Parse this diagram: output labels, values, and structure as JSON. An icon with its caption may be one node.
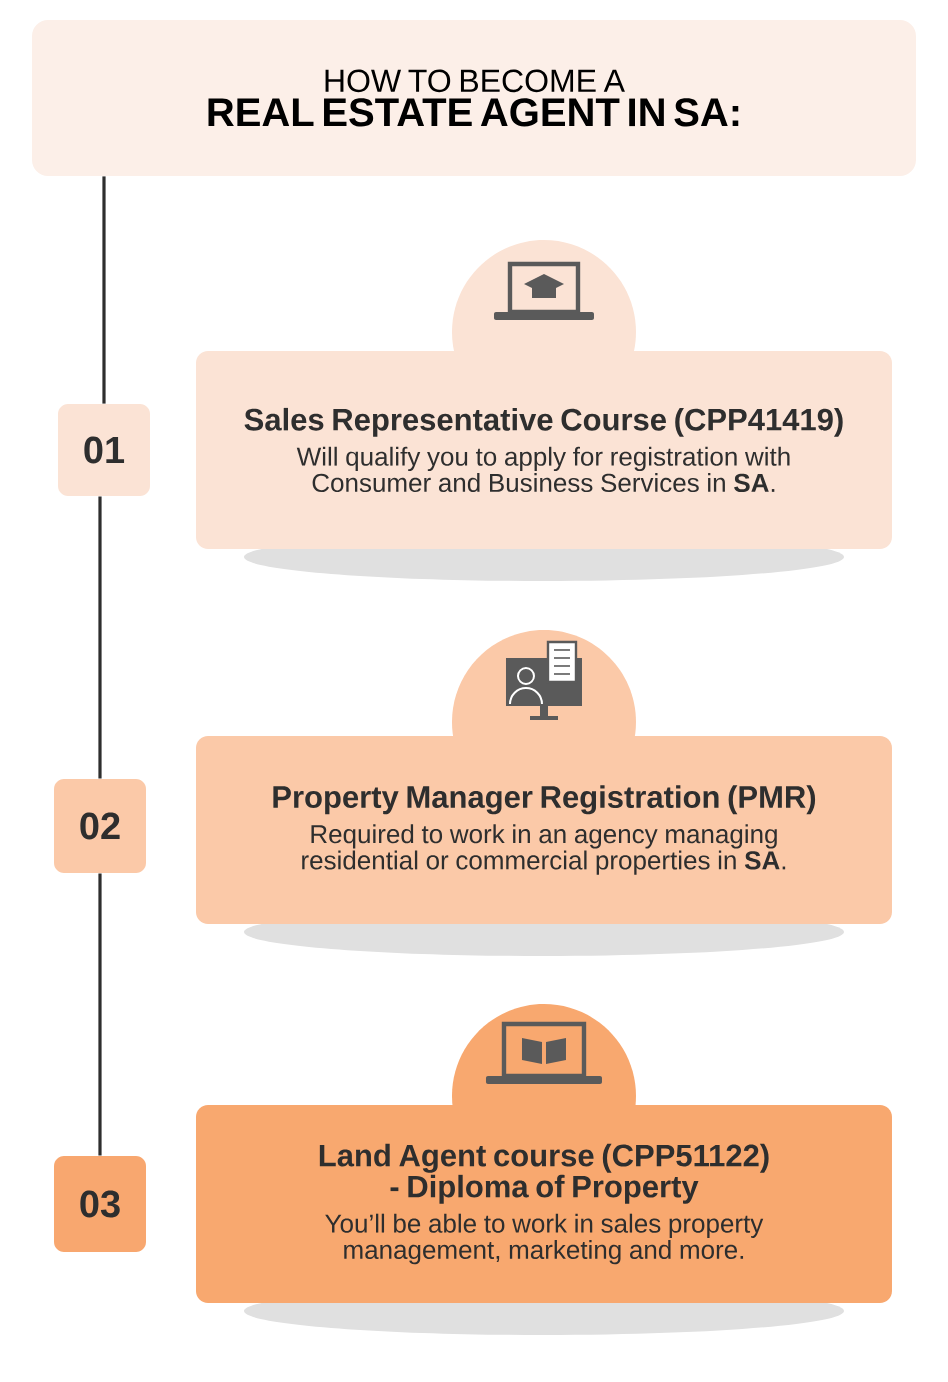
{
  "diagram": {
    "nodes": [
      {
        "text": [
          "HOW TO BECOME A",
          "REAL ESTATE AGENT IN SA:"
        ]
      },
      {
        "text": [
          "01"
        ]
      },
      {
        "text": [
          "Sales Representative Course (CPP41419)",
          "Will qualify you to apply for registration with Consumer and Business Services in **SA**."
        ]
      },
      {
        "text": [
          "02"
        ]
      },
      {
        "text": [
          "Property Manager Registration (PMR)",
          "Required to work in an agency managing residential or commercial properties in **SA**."
        ]
      },
      {
        "text": [
          "03"
        ]
      },
      {
        "text": [
          "Land Agent course (CPP51122) - Diploma of Property",
          "You’ll be able to work in sales property management, marketing and more."
        ]
      }
    ],
    "edges": [
      {
        "from": 0,
        "to": 1,
        "arrow": "none"
      },
      {
        "from": 1,
        "to": 3,
        "arrow": "none"
      },
      {
        "from": 3,
        "to": 5,
        "arrow": "none"
      }
    ]
  }
}
